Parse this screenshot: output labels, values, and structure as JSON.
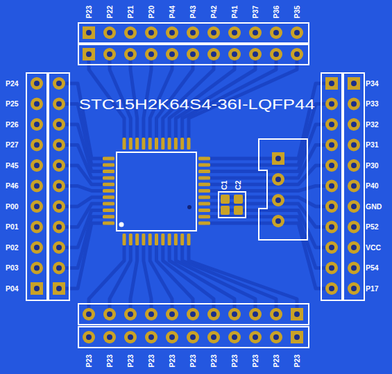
{
  "diagram": {
    "labels": [
      "P23",
      "P22",
      "P21",
      "P20",
      "P44",
      "P43",
      "P42",
      "P41",
      "P37",
      "P36",
      "P35",
      "P24",
      "P25",
      "P26",
      "P27",
      "P45",
      "P46",
      "P00",
      "P01",
      "P02",
      "P03",
      "P04",
      "P34",
      "P33",
      "P32",
      "P31",
      "P30",
      "P40",
      "GND",
      "P52",
      "VCC",
      "P54",
      "P17",
      "P23",
      "P23",
      "P23",
      "P23",
      "P23",
      "P23",
      "P23",
      "P23",
      "P23",
      "P23",
      "P23",
      "STC15H2K64S4-36I-LQFP44",
      "C1",
      "C2"
    ]
  }
}
